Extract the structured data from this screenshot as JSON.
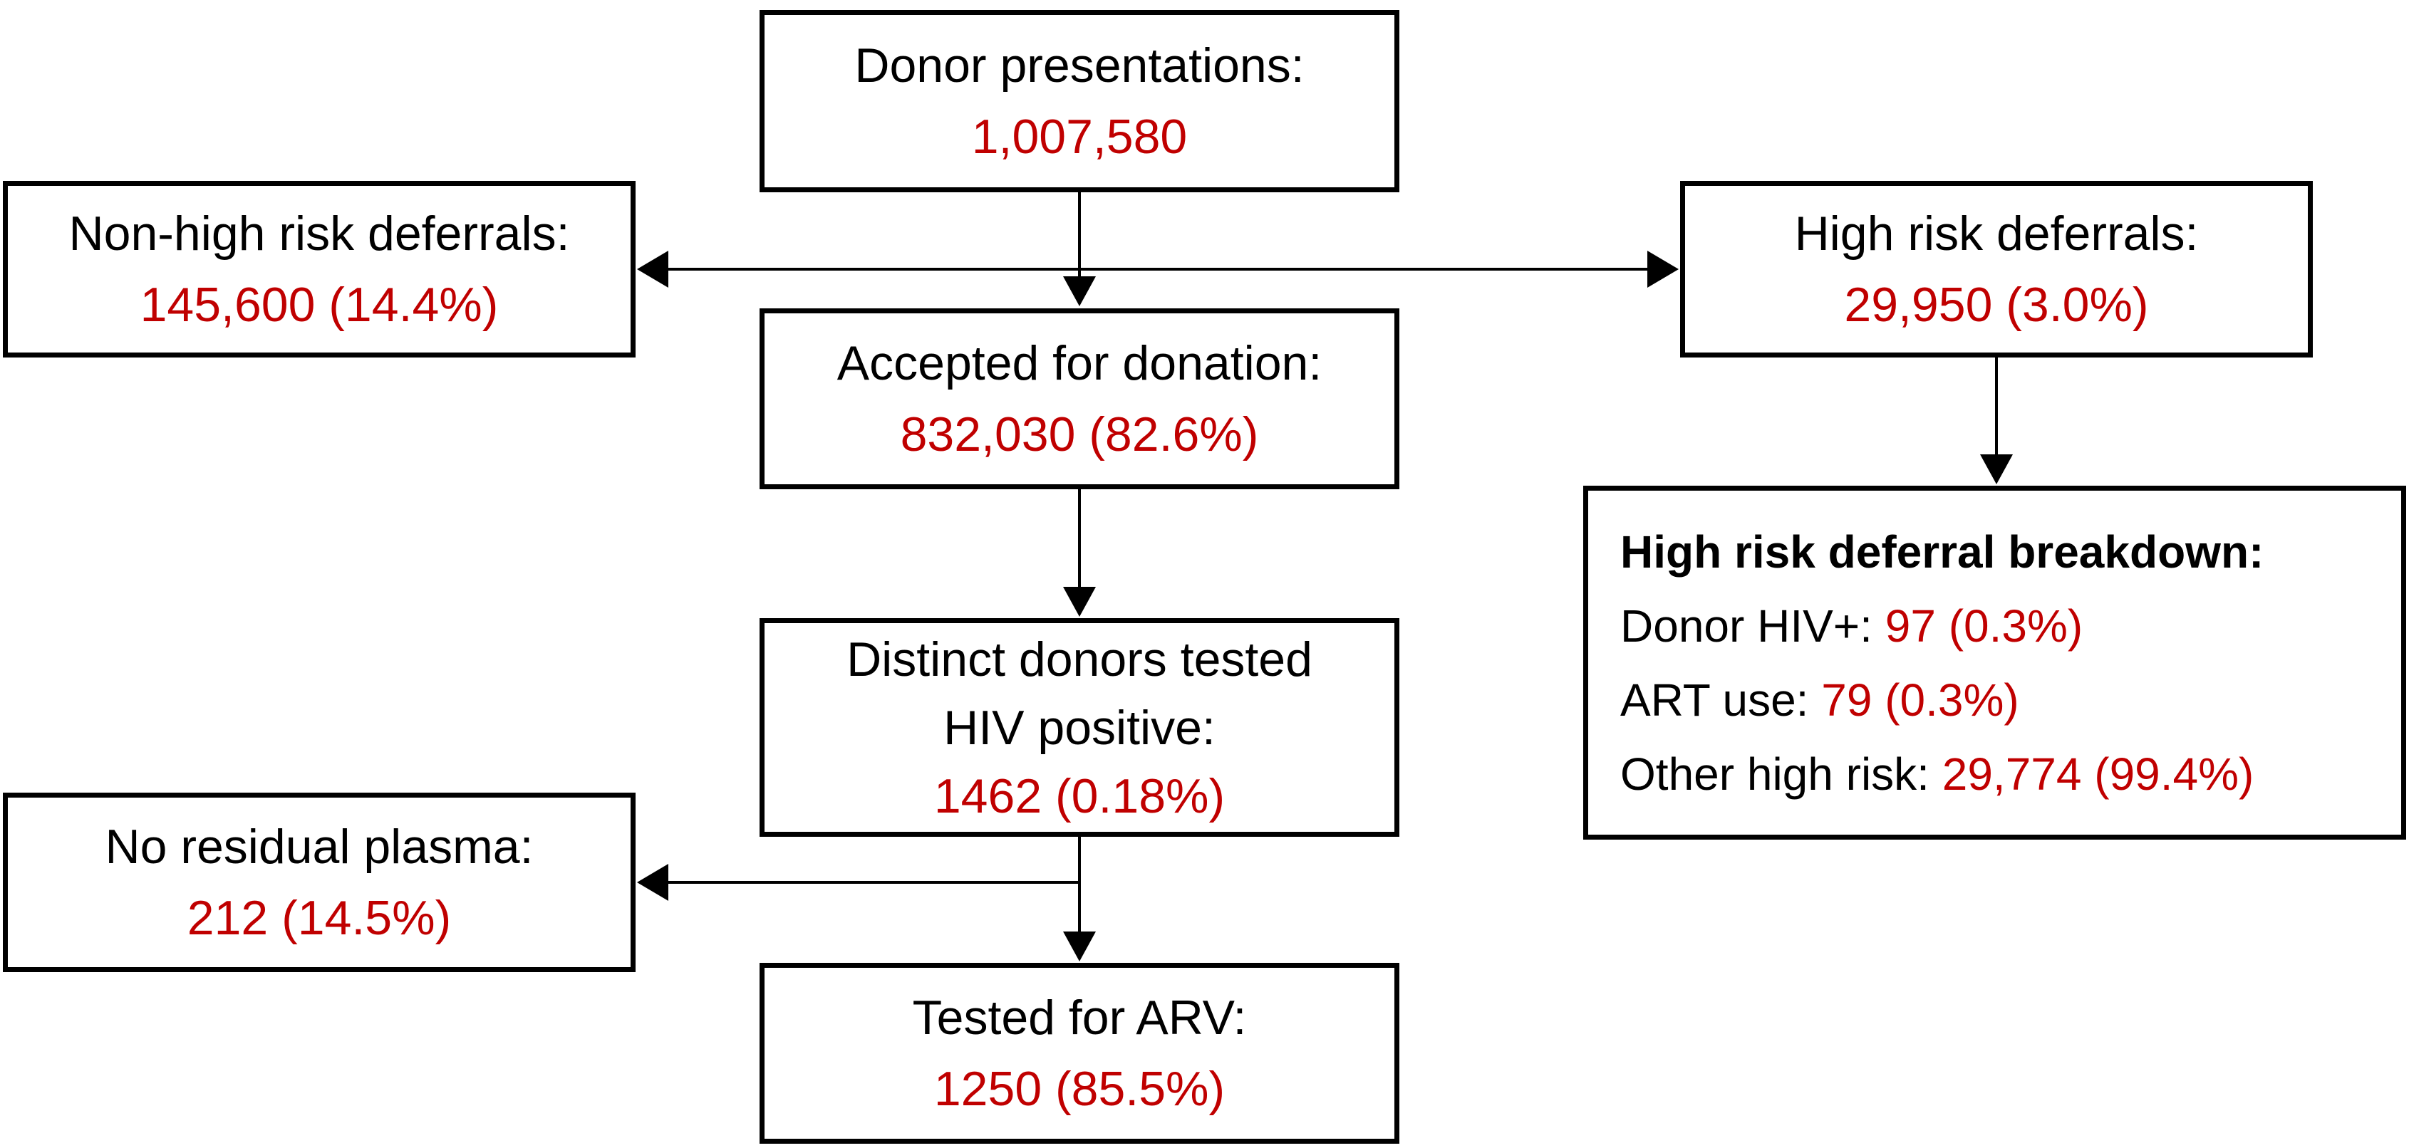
{
  "colors": {
    "value_red": "#C00000",
    "text_black": "#000000",
    "box_border": "#000000",
    "background": "#FFFFFF"
  },
  "flowchart": {
    "donor_presentations": {
      "label": "Donor presentations:",
      "value": "1,007,580"
    },
    "non_high_risk_deferrals": {
      "label": "Non-high risk deferrals:",
      "value": "145,600 (14.4%)"
    },
    "high_risk_deferrals": {
      "label": "High risk deferrals:",
      "value": "29,950 (3.0%)"
    },
    "accepted_for_donation": {
      "label": "Accepted for donation:",
      "value": "832,030 (82.6%)"
    },
    "high_risk_breakdown": {
      "title": "High risk deferral breakdown:",
      "items": [
        {
          "label": "Donor HIV+: ",
          "value": "97 (0.3%)"
        },
        {
          "label": "ART use: ",
          "value": "79 (0.3%)"
        },
        {
          "label": "Other high risk: ",
          "value": "29,774 (99.4%)"
        }
      ]
    },
    "distinct_donors_hiv_positive": {
      "label_line1": "Distinct donors tested",
      "label_line2": "HIV positive:",
      "value": "1462 (0.18%)"
    },
    "no_residual_plasma": {
      "label": "No residual plasma:",
      "value": "212 (14.5%)"
    },
    "tested_for_arv": {
      "label": "Tested for ARV:",
      "value": "1250 (85.5%)"
    }
  }
}
